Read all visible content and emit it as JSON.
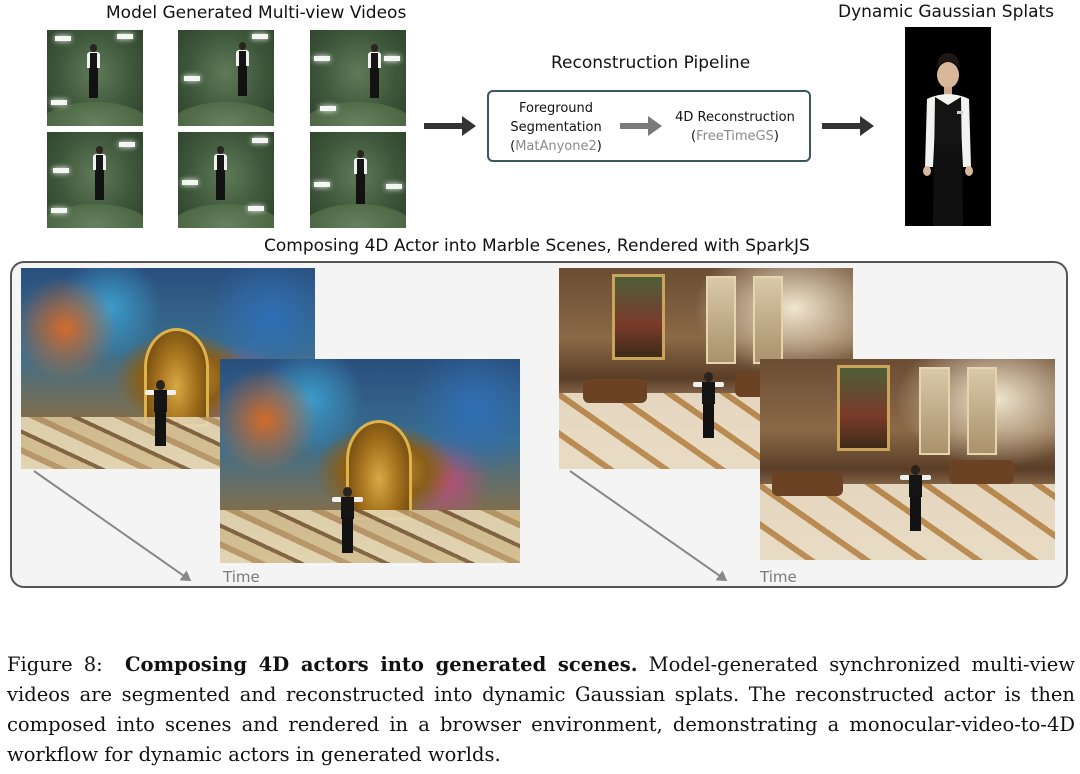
{
  "figure": {
    "mv_header": "Model Generated Multi-view Videos",
    "pipeline_header": "Reconstruction Pipeline",
    "pipeline": {
      "seg_line1": "Foreground",
      "seg_line2": "Segmentation",
      "seg_tool_open": "(",
      "seg_tool": "MatAnyone2",
      "seg_tool_close": ")",
      "recon_line1": "4D Reconstruction",
      "recon_tool_open": "(",
      "recon_tool": "FreeTimeGS",
      "recon_tool_close": ")"
    },
    "splat_header": "Dynamic Gaussian Splats",
    "compose_header": "Composing 4D Actor into Marble Scenes, Rendered with SparkJS",
    "time_label_left": "Time",
    "time_label_right": "Time"
  },
  "caption": {
    "label": "Figure 8:",
    "bold": "Composing 4D actors into generated scenes.",
    "text": "Model-generated synchronized multi-view videos are segmented and reconstructed into dynamic Gaussian splats. The reconstructed actor is then composed into scenes and rendered in a browser environment, demonstrating a monocular-video-to-4D workflow for dynamic actors in generated worlds."
  }
}
